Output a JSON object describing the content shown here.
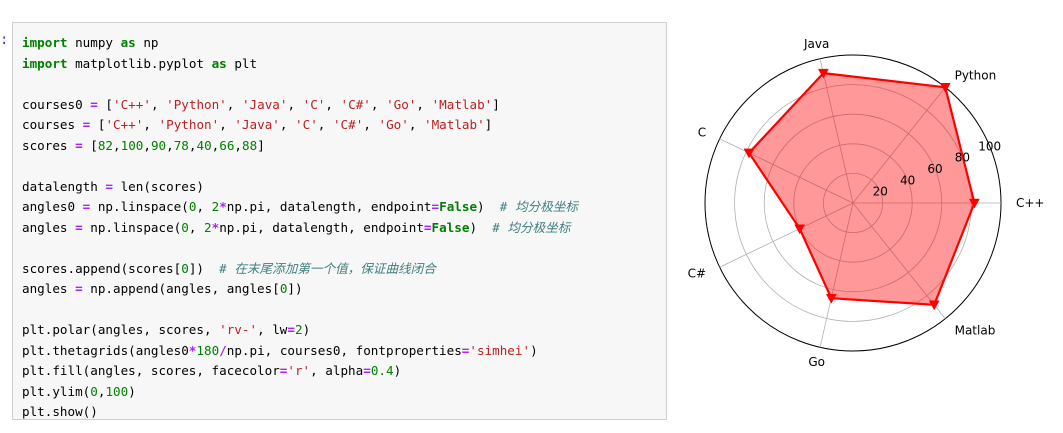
{
  "cell": {
    "prompt": ":"
  },
  "code_lines": [
    [
      [
        "kw",
        "import"
      ],
      [
        "t",
        " numpy "
      ],
      [
        "kw",
        "as"
      ],
      [
        "t",
        " np"
      ]
    ],
    [
      [
        "kw",
        "import"
      ],
      [
        "t",
        " matplotlib.pyplot "
      ],
      [
        "kw",
        "as"
      ],
      [
        "t",
        " plt"
      ]
    ],
    [],
    [
      [
        "t",
        "courses0 "
      ],
      [
        "op",
        "="
      ],
      [
        "t",
        " ["
      ],
      [
        "str",
        "'C++'"
      ],
      [
        "t",
        ", "
      ],
      [
        "str",
        "'Python'"
      ],
      [
        "t",
        ", "
      ],
      [
        "str",
        "'Java'"
      ],
      [
        "t",
        ", "
      ],
      [
        "str",
        "'C'"
      ],
      [
        "t",
        ", "
      ],
      [
        "str",
        "'C#'"
      ],
      [
        "t",
        ", "
      ],
      [
        "str",
        "'Go'"
      ],
      [
        "t",
        ", "
      ],
      [
        "str",
        "'Matlab'"
      ],
      [
        "t",
        "]"
      ]
    ],
    [
      [
        "t",
        "courses "
      ],
      [
        "op",
        "="
      ],
      [
        "t",
        " ["
      ],
      [
        "str",
        "'C++'"
      ],
      [
        "t",
        ", "
      ],
      [
        "str",
        "'Python'"
      ],
      [
        "t",
        ", "
      ],
      [
        "str",
        "'Java'"
      ],
      [
        "t",
        ", "
      ],
      [
        "str",
        "'C'"
      ],
      [
        "t",
        ", "
      ],
      [
        "str",
        "'C#'"
      ],
      [
        "t",
        ", "
      ],
      [
        "str",
        "'Go'"
      ],
      [
        "t",
        ", "
      ],
      [
        "str",
        "'Matlab'"
      ],
      [
        "t",
        "]"
      ]
    ],
    [
      [
        "t",
        "scores "
      ],
      [
        "op",
        "="
      ],
      [
        "t",
        " ["
      ],
      [
        "num",
        "82"
      ],
      [
        "t",
        ","
      ],
      [
        "num",
        "100"
      ],
      [
        "t",
        ","
      ],
      [
        "num",
        "90"
      ],
      [
        "t",
        ","
      ],
      [
        "num",
        "78"
      ],
      [
        "t",
        ","
      ],
      [
        "num",
        "40"
      ],
      [
        "t",
        ","
      ],
      [
        "num",
        "66"
      ],
      [
        "t",
        ","
      ],
      [
        "num",
        "88"
      ],
      [
        "t",
        "]"
      ]
    ],
    [],
    [
      [
        "t",
        "datalength "
      ],
      [
        "op",
        "="
      ],
      [
        "t",
        " len(scores)"
      ]
    ],
    [
      [
        "t",
        "angles0 "
      ],
      [
        "op",
        "="
      ],
      [
        "t",
        " np.linspace("
      ],
      [
        "num",
        "0"
      ],
      [
        "t",
        ", "
      ],
      [
        "num",
        "2"
      ],
      [
        "op",
        "*"
      ],
      [
        "t",
        "np.pi, datalength, endpoint"
      ],
      [
        "op",
        "="
      ],
      [
        "kw",
        "False"
      ],
      [
        "t",
        ")  "
      ],
      [
        "cm",
        "# 均分极坐标"
      ]
    ],
    [
      [
        "t",
        "angles "
      ],
      [
        "op",
        "="
      ],
      [
        "t",
        " np.linspace("
      ],
      [
        "num",
        "0"
      ],
      [
        "t",
        ", "
      ],
      [
        "num",
        "2"
      ],
      [
        "op",
        "*"
      ],
      [
        "t",
        "np.pi, datalength, endpoint"
      ],
      [
        "op",
        "="
      ],
      [
        "kw",
        "False"
      ],
      [
        "t",
        ")  "
      ],
      [
        "cm",
        "# 均分极坐标"
      ]
    ],
    [],
    [
      [
        "t",
        "scores.append(scores["
      ],
      [
        "num",
        "0"
      ],
      [
        "t",
        "])  "
      ],
      [
        "cm",
        "# 在末尾添加第一个值，保证曲线闭合"
      ]
    ],
    [
      [
        "t",
        "angles "
      ],
      [
        "op",
        "="
      ],
      [
        "t",
        " np.append(angles, angles["
      ],
      [
        "num",
        "0"
      ],
      [
        "t",
        "])"
      ]
    ],
    [],
    [
      [
        "t",
        "plt.polar(angles, scores, "
      ],
      [
        "str",
        "'rv-'"
      ],
      [
        "t",
        ", lw"
      ],
      [
        "op",
        "="
      ],
      [
        "num",
        "2"
      ],
      [
        "t",
        ")"
      ]
    ],
    [
      [
        "t",
        "plt.thetagrids(angles0"
      ],
      [
        "op",
        "*"
      ],
      [
        "num",
        "180"
      ],
      [
        "op",
        "/"
      ],
      [
        "t",
        "np.pi, courses0, fontproperties"
      ],
      [
        "op",
        "="
      ],
      [
        "str",
        "'simhei'"
      ],
      [
        "t",
        ")"
      ]
    ],
    [
      [
        "t",
        "plt.fill(angles, scores, facecolor"
      ],
      [
        "op",
        "="
      ],
      [
        "str",
        "'r'"
      ],
      [
        "t",
        ", alpha"
      ],
      [
        "op",
        "="
      ],
      [
        "num",
        "0.4"
      ],
      [
        "t",
        ")"
      ]
    ],
    [
      [
        "t",
        "plt.ylim("
      ],
      [
        "num",
        "0"
      ],
      [
        "t",
        ","
      ],
      [
        "num",
        "100"
      ],
      [
        "t",
        ")"
      ]
    ],
    [
      [
        "t",
        "plt.show()"
      ]
    ]
  ],
  "chart_data": {
    "type": "radar",
    "categories": [
      "C++",
      "Python",
      "Java",
      "C",
      "C#",
      "Go",
      "Matlab"
    ],
    "values": [
      82,
      100,
      90,
      78,
      40,
      66,
      88
    ],
    "rlim": [
      0,
      100
    ],
    "radial_ticks": [
      20,
      40,
      60,
      80,
      100
    ],
    "line_color": "#ff0000",
    "fill_color": "#ff0000",
    "fill_alpha": 0.4,
    "marker": "triangle-down",
    "grid": true
  }
}
